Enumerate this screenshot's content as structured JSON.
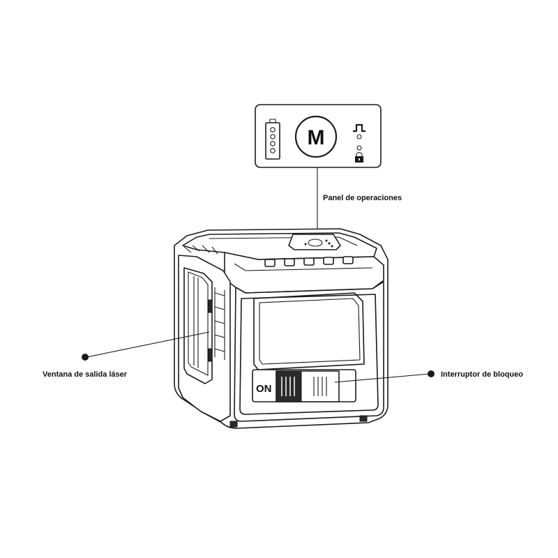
{
  "callouts": {
    "operations_panel": "Panel de operaciones",
    "laser_window": "Ventana de salida láser",
    "lock_switch": "Interruptor de bloqueo"
  },
  "panel": {
    "mode_button": "M"
  },
  "switch": {
    "on_label": "ON"
  },
  "icons": {
    "battery": "battery-icon",
    "pulse": "pulse-icon",
    "lock": "lock-icon"
  },
  "colors": {
    "line": "#1a1a1a",
    "background": "#ffffff"
  }
}
